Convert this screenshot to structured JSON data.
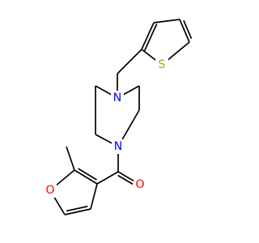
{
  "molecule": {
    "atoms": [
      {
        "id": "n_top",
        "label": "N",
        "color": "#0000ff"
      },
      {
        "id": "n_bottom",
        "label": "N",
        "color": "#0000ff"
      },
      {
        "id": "o_carbonyl",
        "label": "O",
        "color": "#ff0000"
      },
      {
        "id": "o_furan",
        "label": "O",
        "color": "#ff0000"
      },
      {
        "id": "s_thiophene",
        "label": "S",
        "color": "#b2a000"
      }
    ],
    "bond_color": "#000000"
  }
}
